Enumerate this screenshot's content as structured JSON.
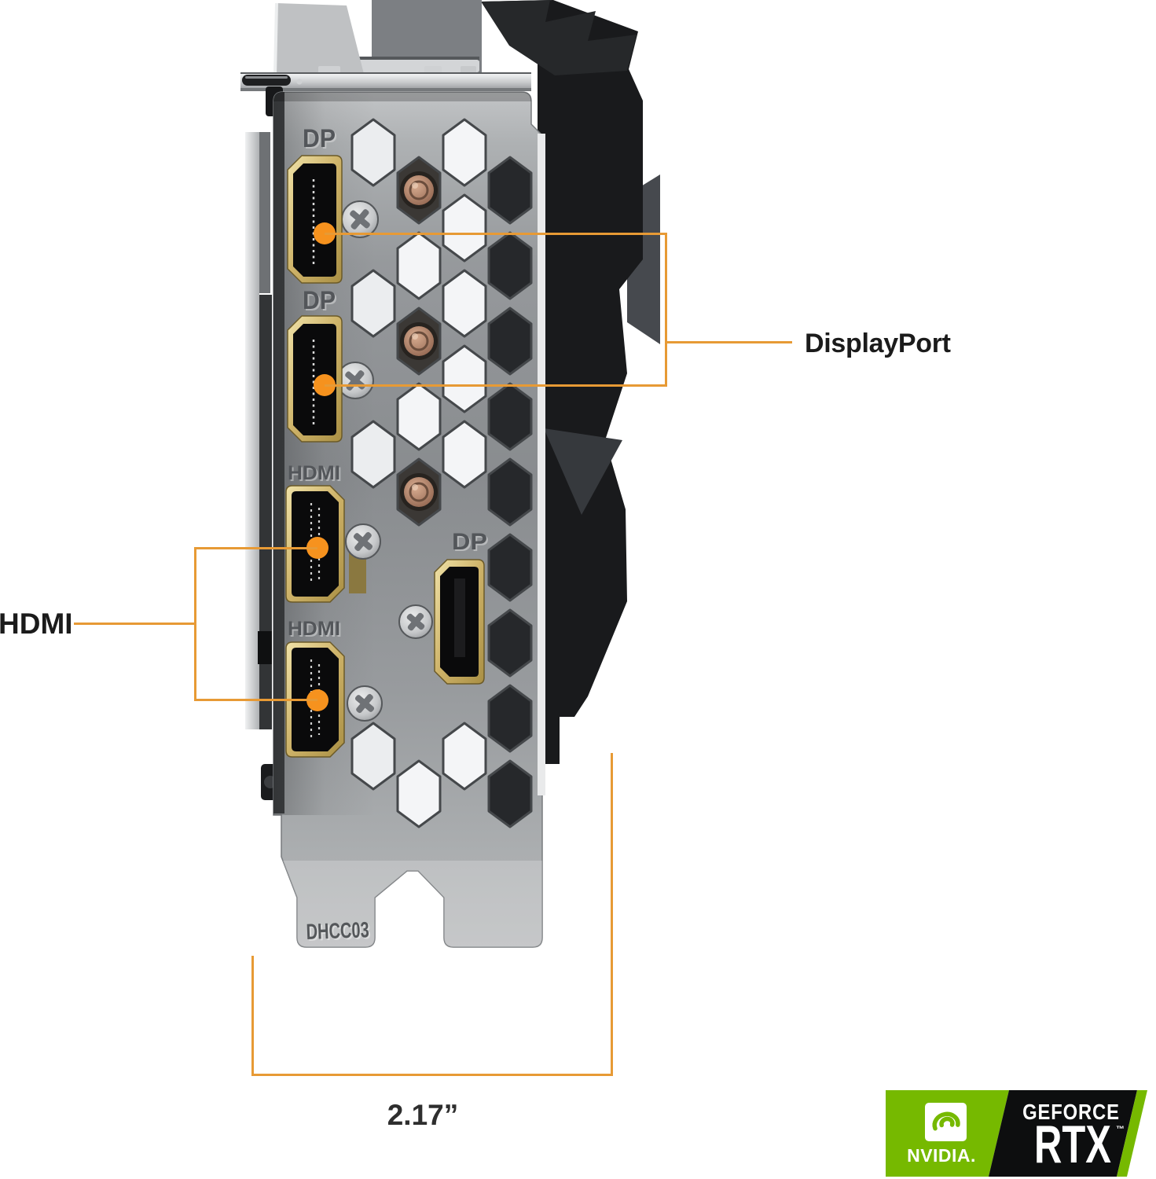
{
  "callouts": {
    "displayport_label": "DisplayPort",
    "hdmi_label": "HDMI",
    "dimension_label": "2.17”"
  },
  "card": {
    "port_labels": [
      "DP",
      "DP",
      "HDMI",
      "DP",
      "HDMI"
    ],
    "serial": "DHCC03"
  },
  "badge": {
    "brand": "NVIDIA.",
    "product": "GEFORCE",
    "model": "RTX",
    "tm": "™"
  },
  "colors": {
    "marker_orange": "#F6921E",
    "line_orange": "#E79A35",
    "nvidia_green": "#76B900",
    "badge_black": "#0D0E0F"
  }
}
